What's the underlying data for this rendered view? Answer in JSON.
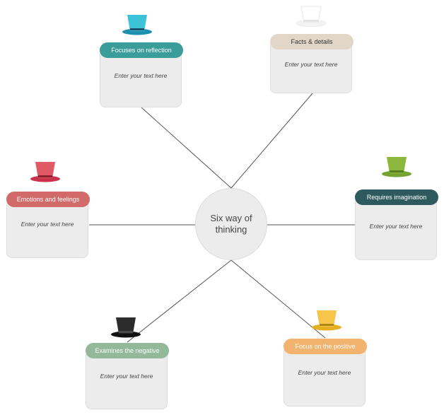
{
  "center": {
    "label": "Six way of thinking"
  },
  "cards": [
    {
      "id": "reflection",
      "title": "Focuses on reflection",
      "body": "Enter your text here",
      "title_color": "#3a9d9a",
      "title_text_color": "#ffffff",
      "hat": {
        "icon": "blue-hat-icon",
        "top": "#3cc3d6",
        "brim": "#1f8fb0",
        "band": "#1b4f6a"
      }
    },
    {
      "id": "facts",
      "title": "Facts & details",
      "body": "Enter your text here",
      "title_color": "#e1d6c8",
      "title_text_color": "#333333",
      "hat": {
        "icon": "white-hat-icon",
        "top": "#ffffff",
        "brim": "#f4f4f4",
        "band": "#e2e2e2"
      }
    },
    {
      "id": "emotions",
      "title": "Emotions and feelings",
      "body": "Enter your text here",
      "title_color": "#d26a6a",
      "title_text_color": "#ffffff",
      "hat": {
        "icon": "red-hat-icon",
        "top": "#e05a66",
        "brim": "#c8324a",
        "band": "#8a1e2c"
      }
    },
    {
      "id": "imagination",
      "title": "Requires imagination",
      "body": "Enter your text here",
      "title_color": "#2e5a5e",
      "title_text_color": "#ffffff",
      "hat": {
        "icon": "green-hat-icon",
        "top": "#8cb83e",
        "brim": "#76a432",
        "band": "#55801f"
      }
    },
    {
      "id": "negative",
      "title": "Examines the negative",
      "body": "Enter your text here",
      "title_color": "#93b99a",
      "title_text_color": "#ffffff",
      "hat": {
        "icon": "black-hat-icon",
        "top": "#2c2c2c",
        "brim": "#111111",
        "band": "#4a4a4a"
      }
    },
    {
      "id": "positive",
      "title": "Focus on the positive",
      "body": "Enter your text here",
      "title_color": "#f1b36e",
      "title_text_color": "#ffffff",
      "hat": {
        "icon": "yellow-hat-icon",
        "top": "#f6c54a",
        "brim": "#e6b021",
        "band": "#b08615"
      }
    }
  ],
  "colors": {
    "connector": "#555555",
    "card_bg": "#ececec",
    "center_bg": "#ececec"
  }
}
